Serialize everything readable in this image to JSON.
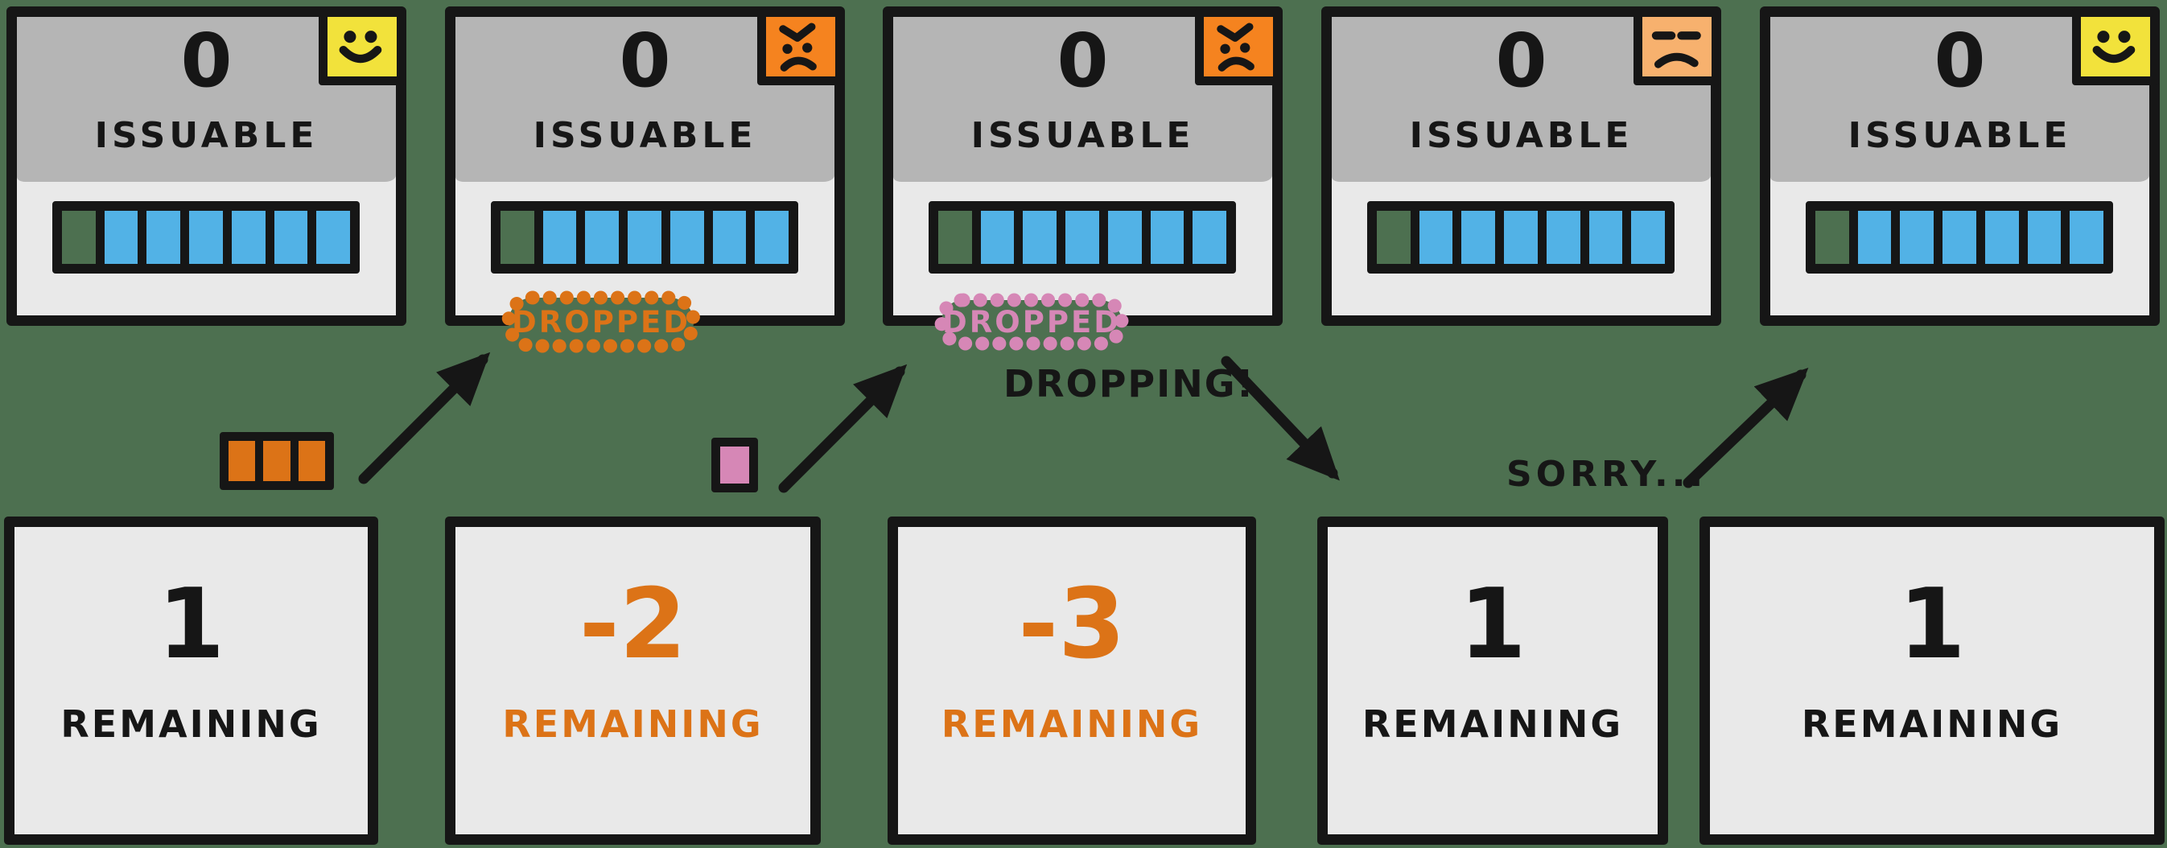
{
  "colors": {
    "background": "#4d7050",
    "ink": "#161616",
    "blue": "#52b2e6",
    "orange": "#dc7317",
    "pink": "#d687b6",
    "yellow": "#f2e23b",
    "angry_orange": "#f5831f",
    "weary_peach": "#f7b16e",
    "card_bg": "#e9e9e9",
    "band_gray": "#b5b5b5"
  },
  "panels": [
    {
      "issuable_value": "0",
      "issuable_label": "ISSUABLE",
      "face": {
        "icon": "happy-face-icon",
        "mood": "happy",
        "color": "#f2e23b"
      },
      "bar_cells": [
        0,
        1,
        1,
        1,
        1,
        1,
        1
      ]
    },
    {
      "issuable_value": "0",
      "issuable_label": "ISSUABLE",
      "face": {
        "icon": "angry-face-icon",
        "mood": "angry",
        "color": "#f5831f"
      },
      "bar_cells": [
        0,
        1,
        1,
        1,
        1,
        1,
        1
      ]
    },
    {
      "issuable_value": "0",
      "issuable_label": "ISSUABLE",
      "face": {
        "icon": "angry-face-icon",
        "mood": "angry",
        "color": "#f5831f"
      },
      "bar_cells": [
        0,
        1,
        1,
        1,
        1,
        1,
        1
      ]
    },
    {
      "issuable_value": "0",
      "issuable_label": "ISSUABLE",
      "face": {
        "icon": "weary-face-icon",
        "mood": "weary",
        "color": "#f7b16e"
      },
      "bar_cells": [
        0,
        1,
        1,
        1,
        1,
        1,
        1
      ]
    },
    {
      "issuable_value": "0",
      "issuable_label": "ISSUABLE",
      "face": {
        "icon": "happy-face-icon",
        "mood": "happy",
        "color": "#f2e23b"
      },
      "bar_cells": [
        0,
        1,
        1,
        1,
        1,
        1,
        1
      ]
    }
  ],
  "badges": [
    {
      "label": "DROPPED",
      "color": "#dc7317"
    },
    {
      "label": "DROPPED",
      "color": "#d687b6"
    }
  ],
  "tokens": {
    "dropped_group": {
      "count": 3,
      "color": "#dc7317"
    },
    "dropping_single": {
      "count": 1,
      "color": "#d687b6"
    }
  },
  "labels": {
    "dropping": "DROPPING!",
    "sorry": "SORRY..."
  },
  "cards": [
    {
      "value": "1",
      "label": "REMAINING",
      "color": "#161616"
    },
    {
      "value": "-2",
      "label": "REMAINING",
      "color": "#dc7317"
    },
    {
      "value": "-3",
      "label": "REMAINING",
      "color": "#dc7317"
    },
    {
      "value": "1",
      "label": "REMAINING",
      "color": "#161616"
    },
    {
      "value": "1",
      "label": "REMAINING",
      "color": "#161616"
    }
  ]
}
